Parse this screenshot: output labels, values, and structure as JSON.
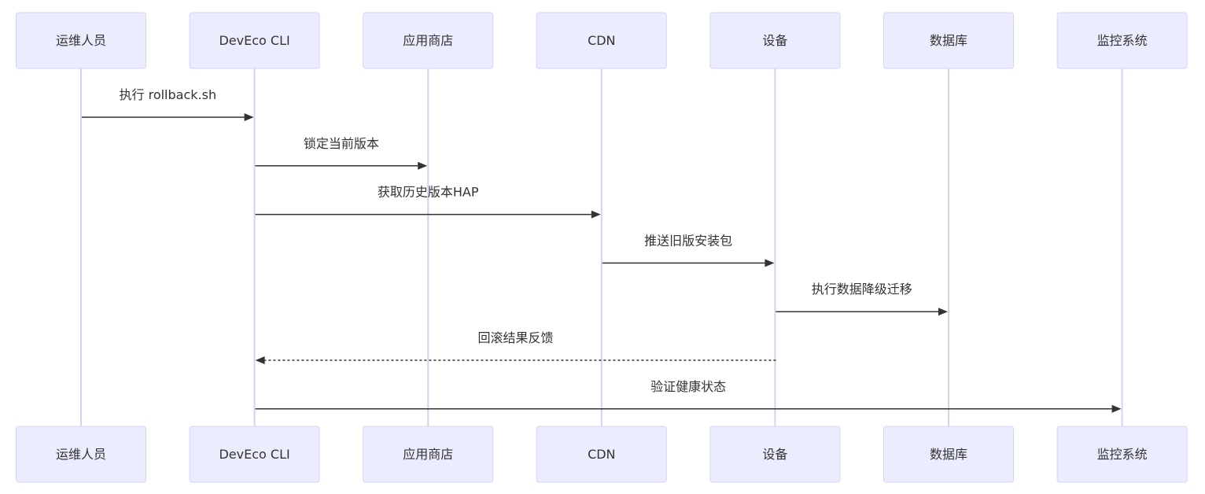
{
  "diagram": {
    "type": "sequence",
    "colors": {
      "actor_fill": "#ececff",
      "actor_stroke": "#d4d4f7",
      "lifeline": "#d6d1ee",
      "line": "#333333",
      "text": "#333333"
    },
    "actors": [
      {
        "id": "ops",
        "label": "运维人员"
      },
      {
        "id": "cli",
        "label": "DevEco CLI"
      },
      {
        "id": "store",
        "label": "应用商店"
      },
      {
        "id": "cdn",
        "label": "CDN"
      },
      {
        "id": "device",
        "label": "设备"
      },
      {
        "id": "db",
        "label": "数据库"
      },
      {
        "id": "monitor",
        "label": "监控系统"
      }
    ],
    "messages": [
      {
        "from": "ops",
        "to": "cli",
        "label": "执行 rollback.sh",
        "style": "solid"
      },
      {
        "from": "cli",
        "to": "store",
        "label": "锁定当前版本",
        "style": "solid"
      },
      {
        "from": "cli",
        "to": "cdn",
        "label": "获取历史版本HAP",
        "style": "solid"
      },
      {
        "from": "cdn",
        "to": "device",
        "label": "推送旧版安装包",
        "style": "solid"
      },
      {
        "from": "device",
        "to": "db",
        "label": "执行数据降级迁移",
        "style": "solid"
      },
      {
        "from": "device",
        "to": "cli",
        "label": "回滚结果反馈",
        "style": "dashed"
      },
      {
        "from": "cli",
        "to": "monitor",
        "label": "验证健康状态",
        "style": "solid"
      }
    ]
  }
}
